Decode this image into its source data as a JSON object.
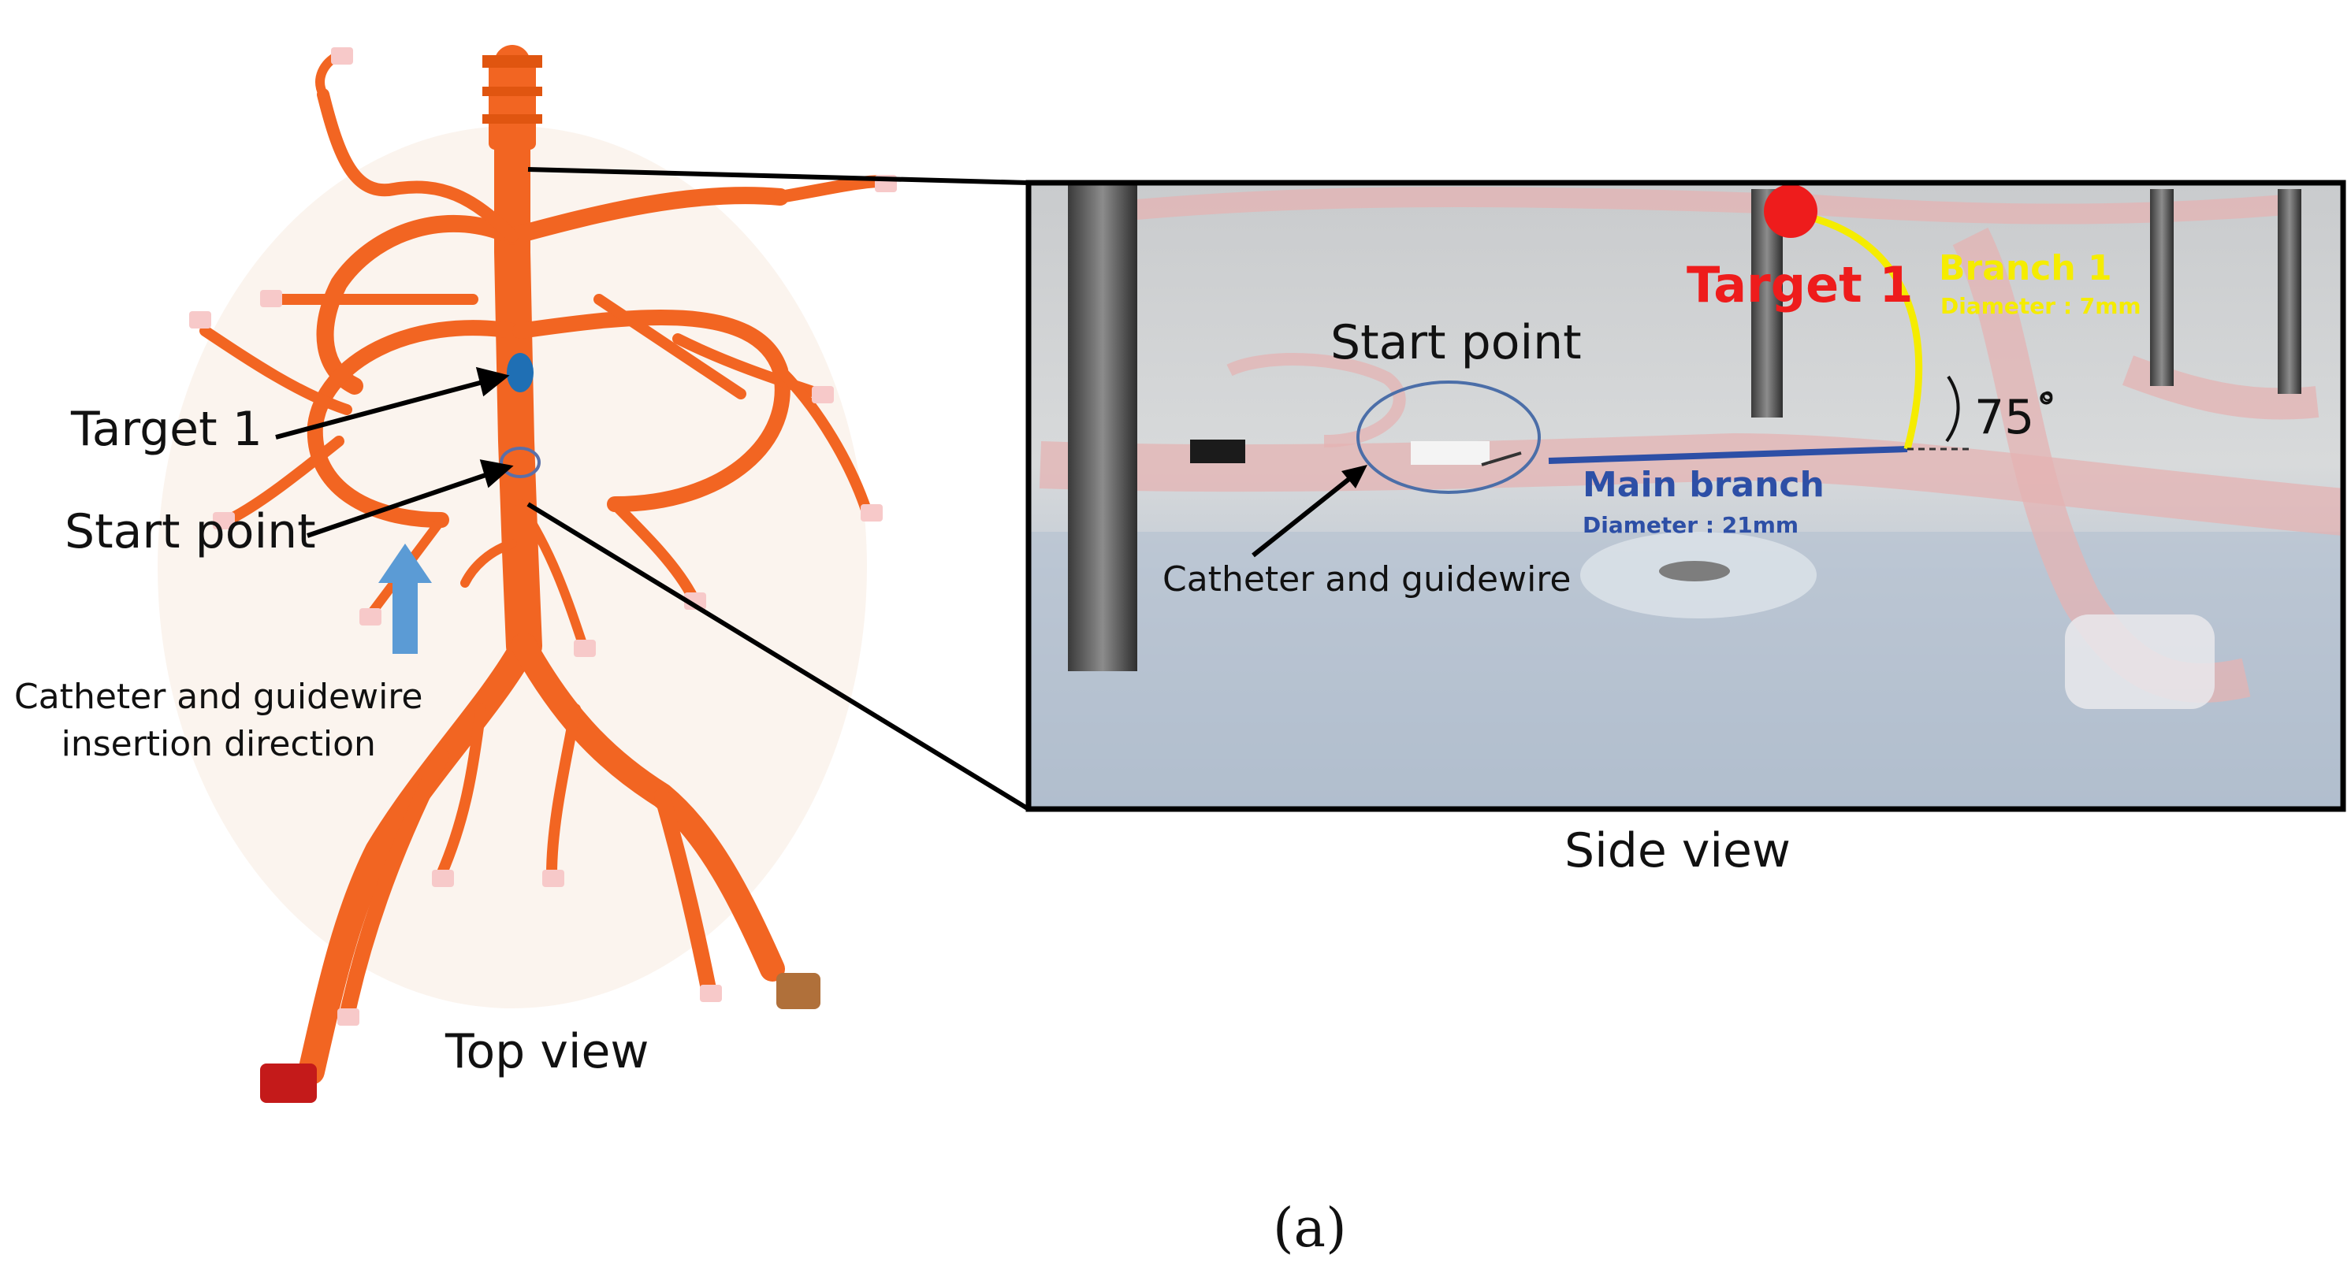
{
  "top_view": {
    "target_label": "Target 1",
    "start_label": "Start point",
    "insertion_label_line1": "Catheter and guidewire",
    "insertion_label_line2": "insertion direction",
    "view_label": "Top view"
  },
  "side_view": {
    "start_label": "Start point",
    "catheter_label": "Catheter and guidewire",
    "target_label": "Target 1",
    "branch_label": "Branch 1",
    "branch_diameter": "Diameter : 7mm",
    "main_label": "Main branch",
    "main_diameter": "Diameter : 21mm",
    "angle_label": "75˚",
    "view_label": "Side view"
  },
  "panel_label": "(a)",
  "colors": {
    "vessel": "#f26522",
    "target": "#ee1c1c",
    "branch": "#f5ec00",
    "main_branch": "#2d4fa6",
    "insertion_arrow": "#5b9bd5",
    "target_marker_top": "#1f6fb4"
  }
}
